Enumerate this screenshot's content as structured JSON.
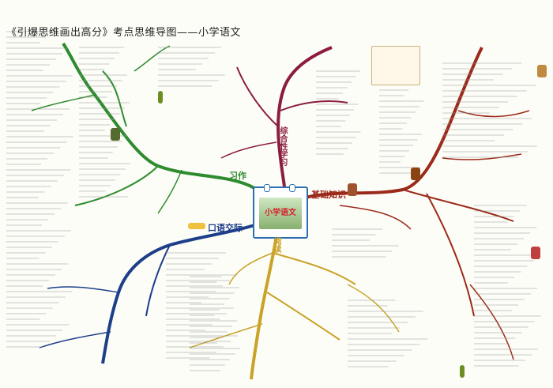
{
  "title": "《引爆思维画出高分》考点思维导图——小学语文",
  "center": {
    "label": "小学语文"
  },
  "branches": {
    "composition": "习作",
    "comprehensive": "综合性学习",
    "basic": "基础知识",
    "oral": "口语交际",
    "reading": "阅读"
  },
  "colors": {
    "composition": "#2e8b2e",
    "comprehensive": "#8b1e3f",
    "basic": "#9b2a1a",
    "oral": "#1d3f8a",
    "reading": "#c9a227",
    "accent": "#2a6fb0"
  }
}
